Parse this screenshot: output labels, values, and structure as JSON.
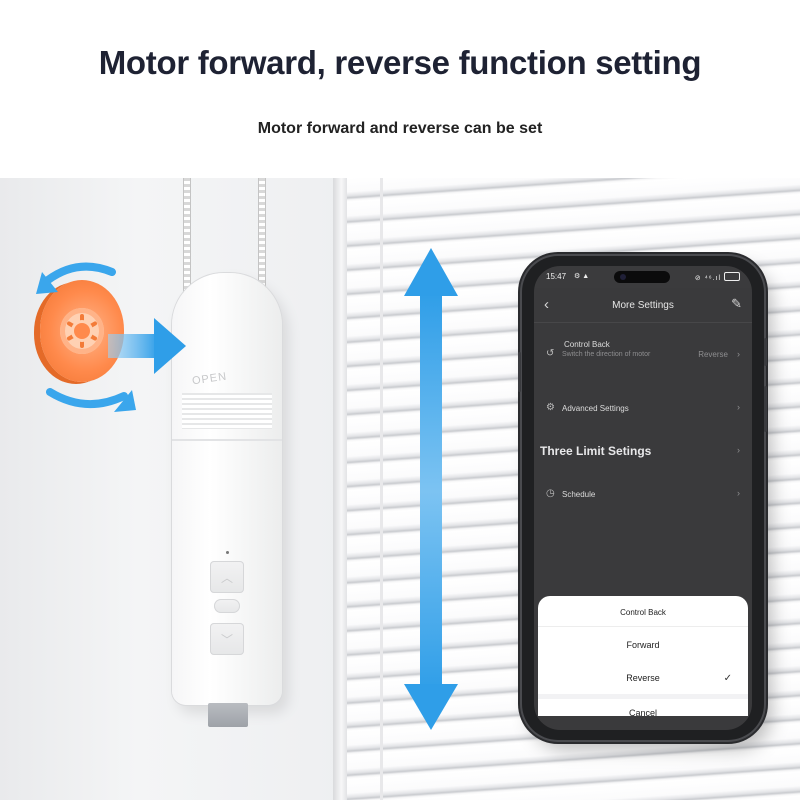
{
  "headline": "Motor forward, reverse function setting",
  "subline": "Motor forward and reverse can be set",
  "device": {
    "logo_text": "OPEN"
  },
  "phone": {
    "status": {
      "time": "15:47",
      "icons": "⚙ ▲",
      "network": "⊘ ⁴⁶.ıl"
    },
    "screen_title": "More Settings",
    "rows": {
      "control_back": {
        "label": "Control Back",
        "description": "Switch the direction of motor",
        "value": "Reverse"
      },
      "advanced": {
        "label": "Advanced Settings"
      },
      "three_limit": {
        "label": "Three Limit Setings"
      },
      "schedule": {
        "label": "Schedule"
      }
    },
    "sheet": {
      "title": "Control Back",
      "options": [
        "Forward",
        "Reverse"
      ],
      "selected": "Reverse",
      "cancel": "Cancel"
    }
  },
  "colors": {
    "headline": "#1e2233",
    "arrow_blue": "#3aa6ec",
    "reel_orange": "#ff8a4c",
    "app_dark": "#3a3a3c"
  },
  "icons": {
    "back": "chevron-left-icon",
    "edit": "pencil-icon",
    "control_back": "rotate-ccw-icon",
    "advanced": "gear-icon",
    "schedule": "clock-icon",
    "check": "check-icon"
  }
}
